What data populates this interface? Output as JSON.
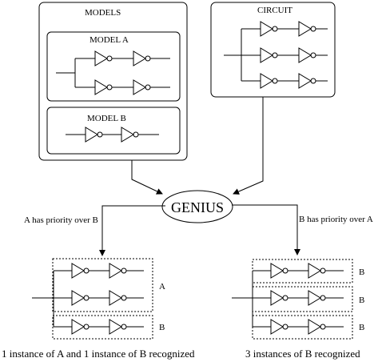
{
  "models": {
    "title": "MODELS",
    "model_a": {
      "title": "MODEL A"
    },
    "model_b": {
      "title": "MODEL B"
    }
  },
  "circuit": {
    "title": "CIRCUIT"
  },
  "genius": {
    "label": "GENIUS"
  },
  "branches": {
    "left": {
      "priority_label": "A has priority over B",
      "group_labels": [
        "A",
        "B"
      ],
      "result": "1 instance of A and 1 instance of B recognized"
    },
    "right": {
      "priority_label": "B has priority over A",
      "group_labels": [
        "B",
        "B",
        "B"
      ],
      "result": "3 instances of B recognized"
    }
  },
  "colors": {
    "stroke": "#000000",
    "background": "#ffffff"
  }
}
